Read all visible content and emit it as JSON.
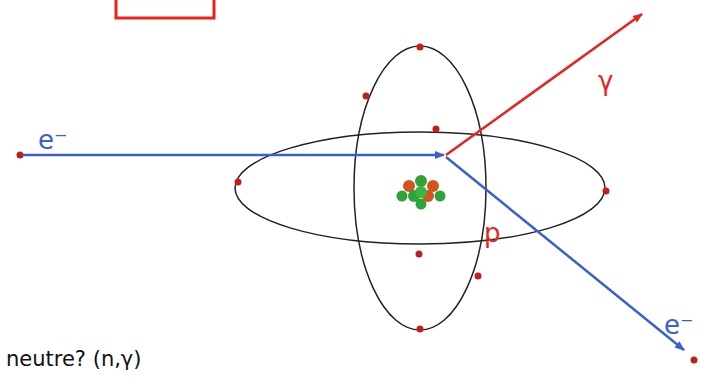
{
  "diagram": {
    "labels": [
      "e⁻",
      "γ",
      "p",
      "e⁻",
      "neutre? (n,γ)"
    ]
  }
}
